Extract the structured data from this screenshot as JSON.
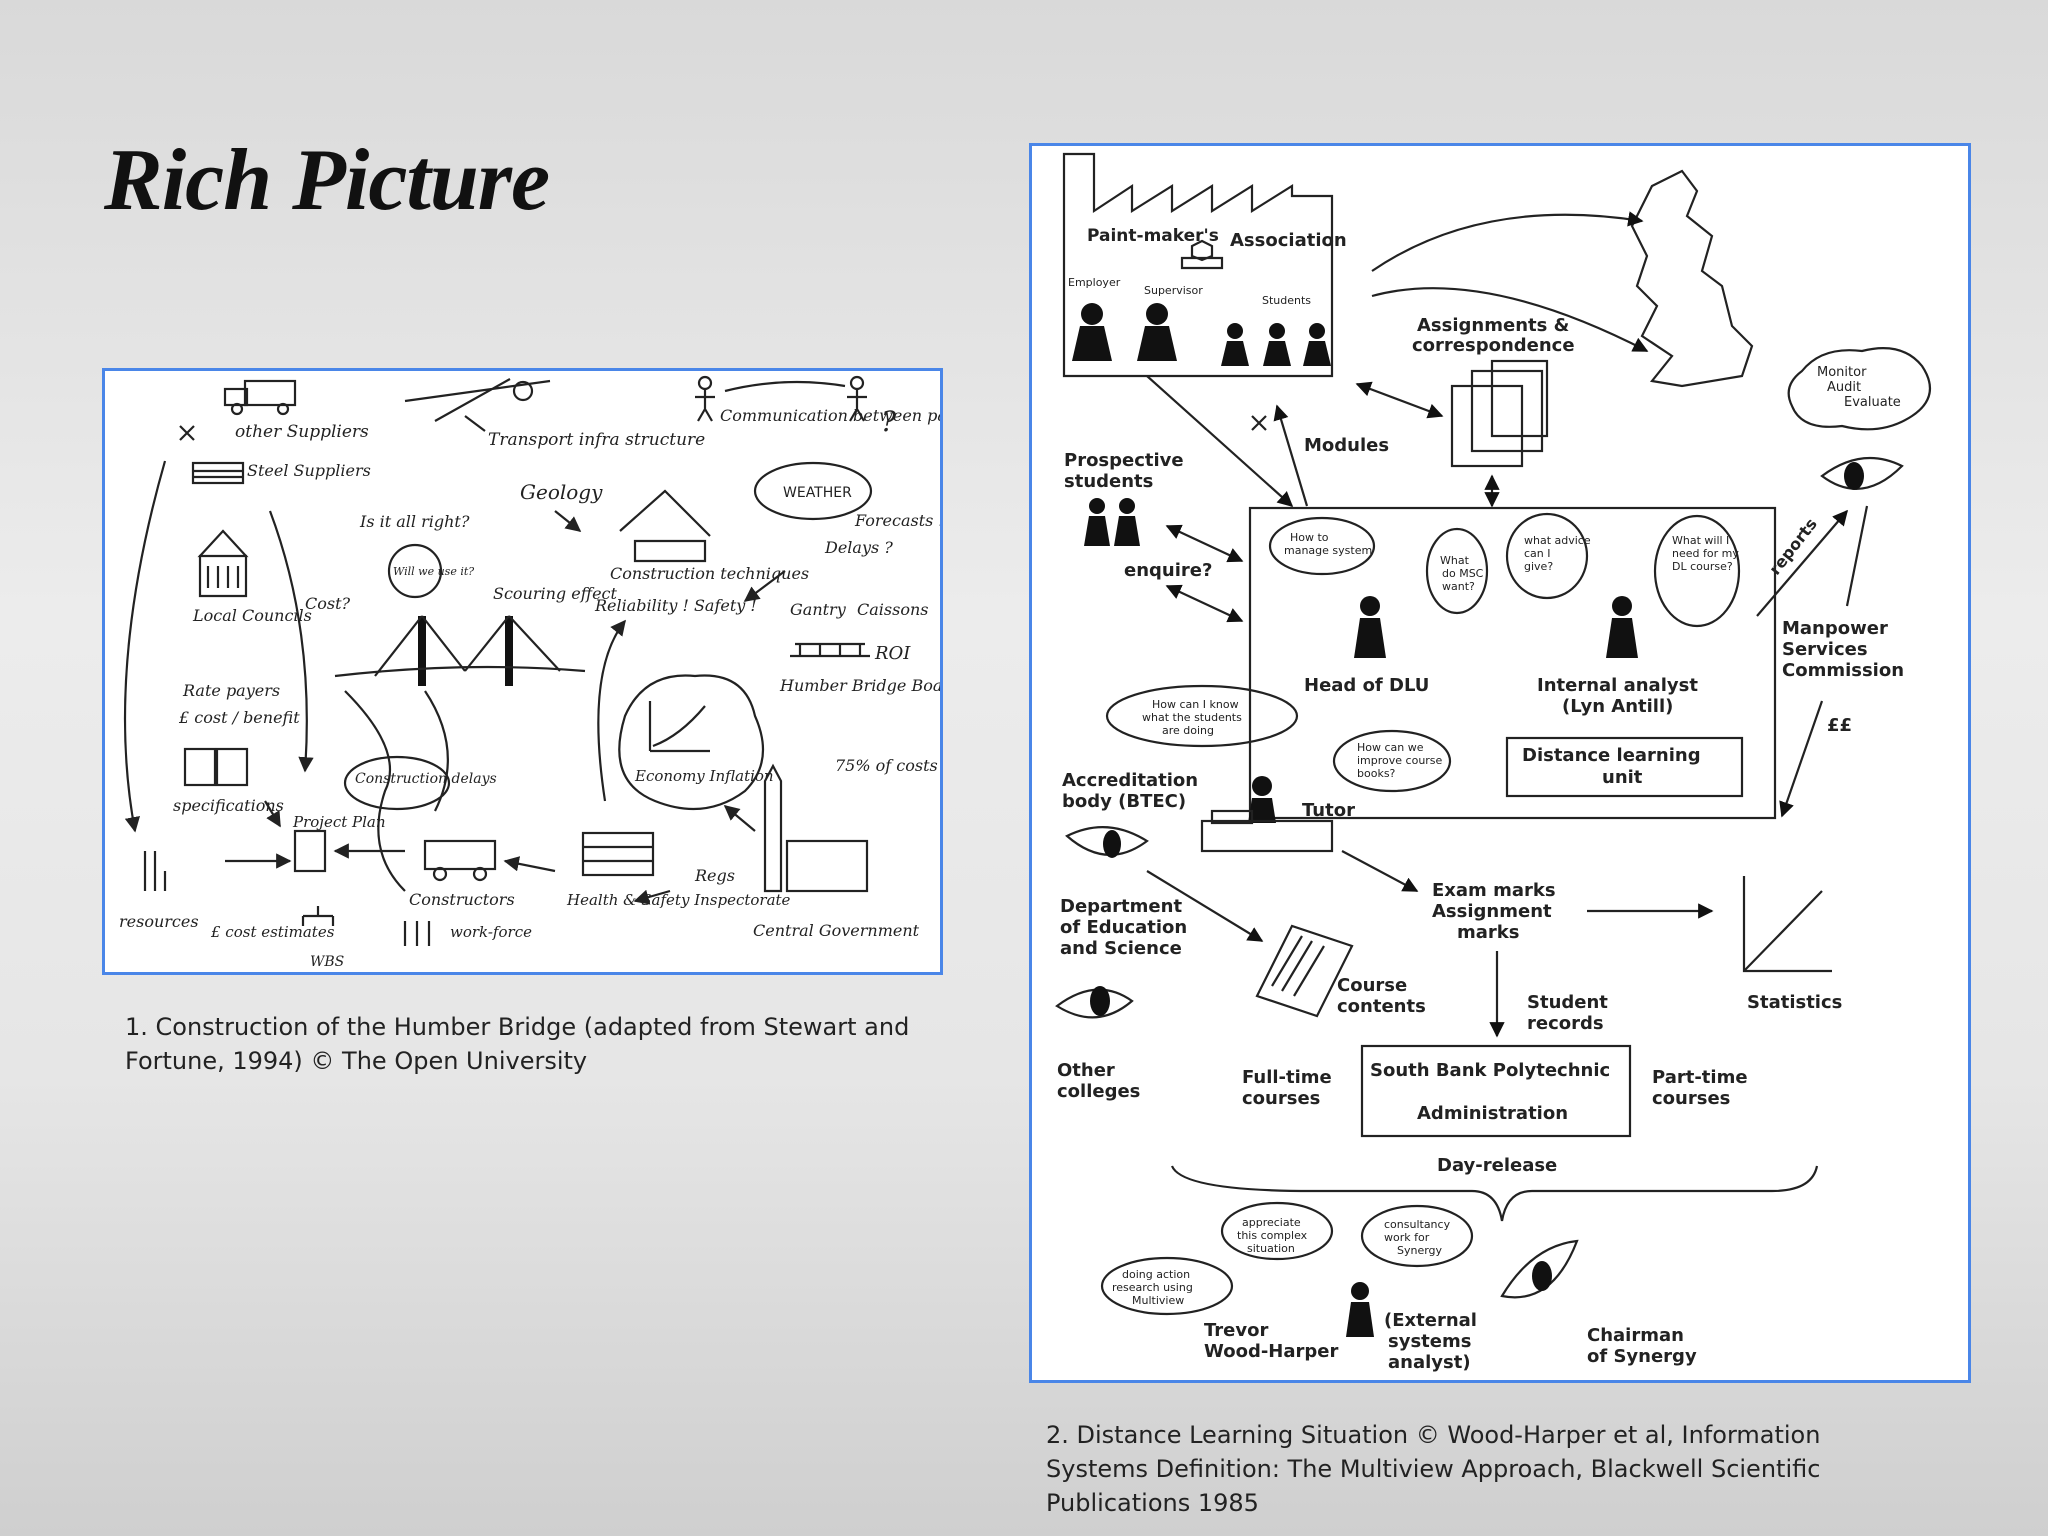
{
  "slide": {
    "title": "Rich Picture",
    "caption1": "1. Construction of the Humber Bridge (adapted from Stewart and Fortune, 1994) © The Open University",
    "caption2": "2. Distance Learning Situation © Wood-Harper et al, Information Systems Definition: The Multiview Approach, Blackwell Scientific Publications 1985"
  },
  "fig1": {
    "other_suppliers": "other Suppliers",
    "transport": "Transport infra structure",
    "communication": "Communication between parties",
    "question": "?",
    "steel": "Steel Suppliers",
    "geology": "Geology",
    "weather": "WEATHER",
    "forecasts": "Forecasts !",
    "delays": "Delays ?",
    "is_it": "Is it all right?",
    "will_we_use": "Will we use it?",
    "construction_tech": "Construction techniques",
    "reliability": "Reliability ! Safety !",
    "local_councils": "Local Councils",
    "cost_q": "Cost?",
    "scouring": "Scouring effect",
    "gantry": "Gantry",
    "caissons": "Caissons",
    "roi": "ROI",
    "rate_payers": "Rate payers",
    "cost_benefit": "£ cost / benefit",
    "humber_board": "Humber Bridge Board",
    "economy": "Economy Inflation",
    "pct75": "75% of costs",
    "construction_delays": "Construction delays",
    "specifications": "specifications",
    "project_plan": "Project Plan",
    "constructors": "Constructors",
    "health_safety": "Health & Safety Inspectorate",
    "regs": "Regs",
    "central_gov": "Central Government",
    "resources": "resources",
    "cost_estimates": "£ cost estimates",
    "wbs": "WBS",
    "workforce": "work-force"
  },
  "fig2": {
    "paintmakers": "Paint-maker's",
    "association": "Association",
    "employer": "Employer",
    "supervisor": "Supervisor",
    "students": "Students",
    "assignments": "Assignments & correspondence",
    "modules": "Modules",
    "prospective": "Prospective students",
    "enquire": "enquire?",
    "monitor": "Monitor Audit Evaluate",
    "reports": "reports",
    "manpower": "Manpower Services Commission",
    "ff": "££",
    "b_manage": "How to manage system",
    "b_msc": "What do MSC want?",
    "b_advice": "What advice can I give?",
    "b_need": "What will I need for my DL course?",
    "head_dlu": "Head of DLU",
    "analyst": "Internal analyst (Lyn Antill)",
    "b_know": "How can I know what the students are doing",
    "b_improve": "How can we improve course books?",
    "dlu": "Distance learning unit",
    "accreditation": "Accreditation body (BTEC)",
    "tutor": "Tutor",
    "exam_marks": "Exam marks Assignment marks",
    "dept_edu": "Department of Education and Science",
    "course_contents": "Course contents",
    "student_records": "Student records",
    "statistics": "Statistics",
    "other_colleges": "Other colleges",
    "full_time": "Full-time courses",
    "sbp": "South Bank Polytechnic",
    "admin": "Administration",
    "part_time": "Part-time courses",
    "day_release": "Day-release",
    "b_appreciate": "appreciate this complex situation",
    "b_consult": "consultancy work for Synergy",
    "b_action": "doing action research using Multiview",
    "trevor": "Trevor Wood-Harper",
    "external": "(External systems analyst)",
    "chairman": "Chairman of Synergy"
  }
}
